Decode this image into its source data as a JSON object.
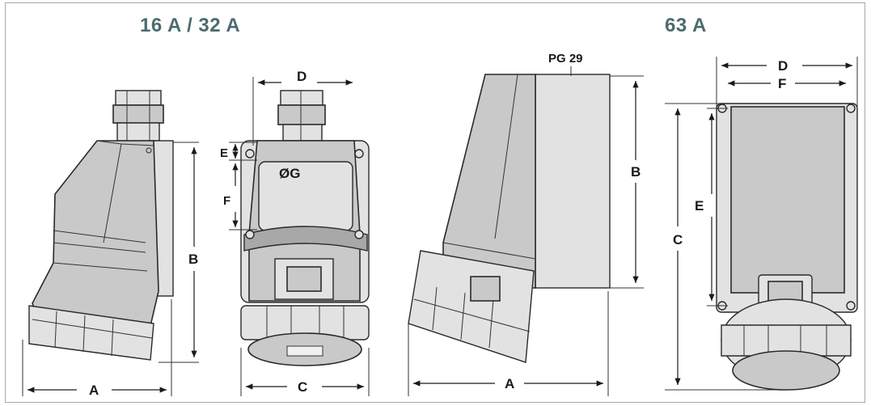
{
  "headings": {
    "left": "16 A  /  32 A",
    "right": "63 A"
  },
  "labels": {
    "pg": "PG 29",
    "og": "ØG",
    "a1": "A",
    "b1": "B",
    "c1": "C",
    "d1": "D",
    "e1": "E",
    "f1": "F",
    "a2": "A",
    "b2": "B",
    "c2": "C",
    "d2": "D",
    "e2": "E",
    "f2": "F"
  },
  "colors": {
    "heading": "#4d6b70",
    "body": "#c9c9c9",
    "outline": "#2a2a2a"
  }
}
